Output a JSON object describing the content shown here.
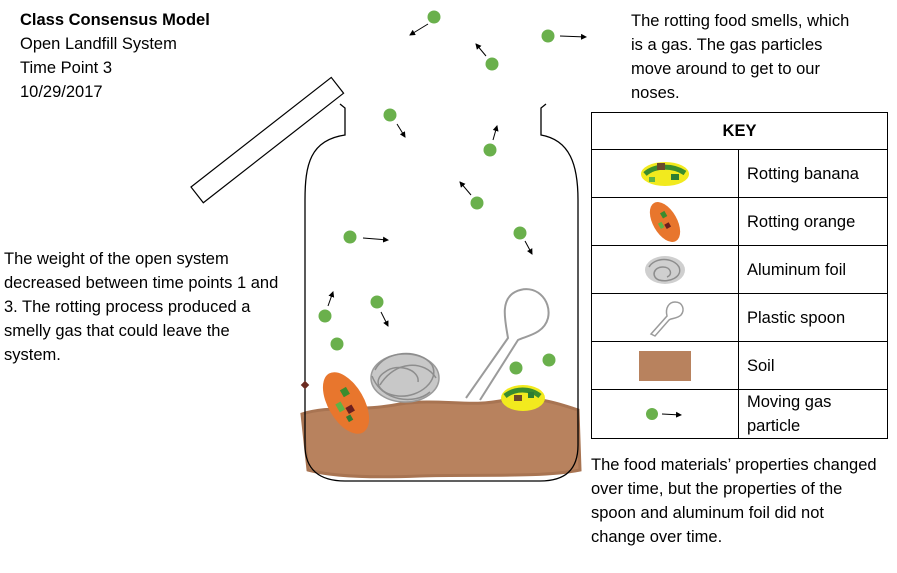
{
  "header": {
    "title": "Class Consensus Model",
    "subtitle": "Open Landfill System",
    "time_point": "Time Point 3",
    "date": "10/29/2017"
  },
  "notes": {
    "left": "The weight of the open system decreased between time points 1 and 3. The rotting process produced a smelly gas that could leave the system.",
    "top_right": "The rotting food smells, which is a gas. The gas particles move around to get to our noses.",
    "bottom_right": "The food materials’ properties changed over time, but the properties of the spoon and aluminum foil did not change over time."
  },
  "key": {
    "heading": "KEY",
    "rows": [
      {
        "icon": "rotting-banana-icon",
        "label": "Rotting banana"
      },
      {
        "icon": "rotting-orange-icon",
        "label": "Rotting orange"
      },
      {
        "icon": "aluminum-foil-icon",
        "label": "Aluminum foil"
      },
      {
        "icon": "plastic-spoon-icon",
        "label": "Plastic spoon"
      },
      {
        "icon": "soil-icon",
        "label": "Soil"
      },
      {
        "icon": "moving-gas-particle-icon",
        "label": "Moving gas particle"
      }
    ]
  },
  "colors": {
    "gas_particle": "#6ab04c",
    "soil": "#b8825e",
    "orange": "#e8762d",
    "banana": "#f2ea1e",
    "foil": "#9b9b9b"
  }
}
